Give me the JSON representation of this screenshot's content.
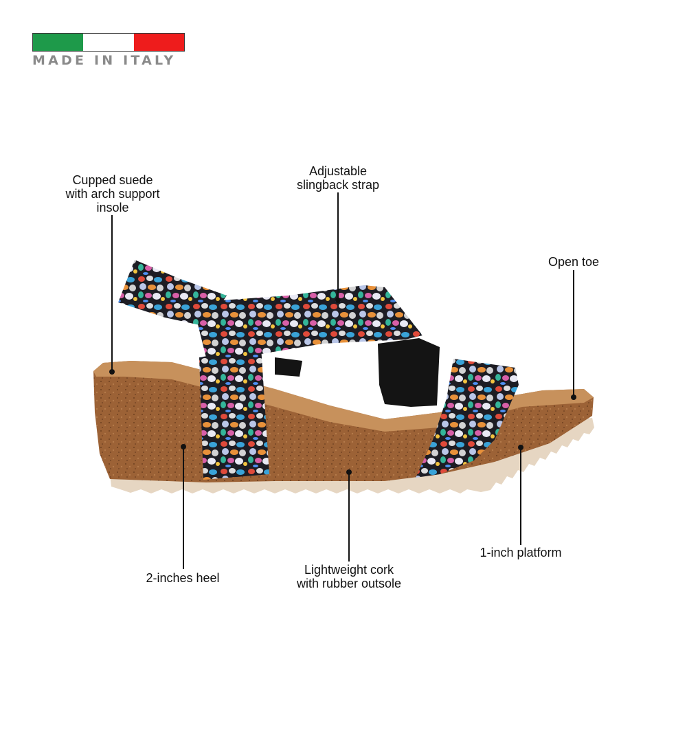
{
  "badge": {
    "text": "MADE IN ITALY",
    "flag_colors": [
      "#1e9a4a",
      "#ffffff",
      "#ee1c1c"
    ]
  },
  "product": {
    "name_icon": "wedge-sandal-image",
    "colors": {
      "cork": "#9c6236",
      "insole": "#c7915c",
      "outsole": "#e6d6c2",
      "strap_base": "#1d1d24"
    }
  },
  "callouts": {
    "insole": "Cupped suede\nwith arch support\ninsole",
    "strap": "Adjustable\nslingback strap",
    "toe": "Open toe",
    "heel": "2-inches heel",
    "outsole": "Lightweight cork\nwith rubber outsole",
    "platform": "1-inch platform"
  }
}
